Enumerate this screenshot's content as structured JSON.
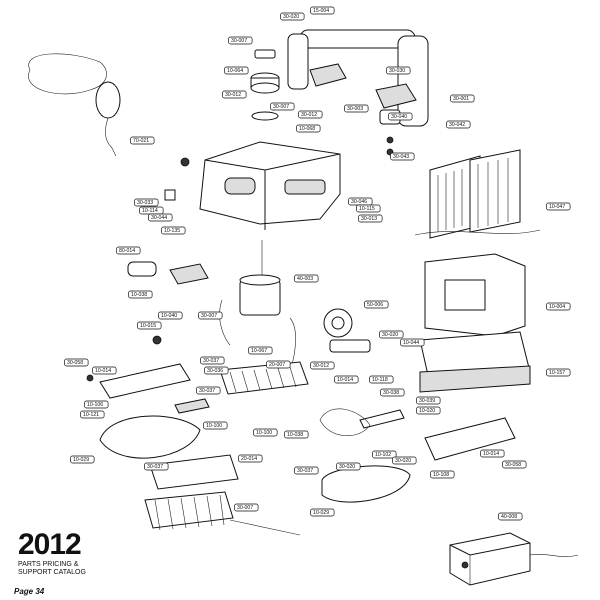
{
  "branding": {
    "year": "2012",
    "catalog_line1": "PARTS PRICING &",
    "catalog_line2": "SUPPORT CATALOG",
    "page": "Page 34"
  },
  "parts": [
    "30-020",
    "30-007",
    "15-004",
    "30-007",
    "10-064",
    "30-030",
    "30-003",
    "30-001",
    "30-012",
    "30-012",
    "10-068",
    "30-040",
    "30-042",
    "30-043",
    "70-021",
    "30-033",
    "10-114",
    "30-044",
    "30-046",
    "10-115",
    "30-013",
    "10-047",
    "10-135",
    "80-014",
    "10-038",
    "30-007",
    "40-003",
    "50-006",
    "10-067",
    "30-020",
    "10-044",
    "10-015",
    "10-040",
    "30-058",
    "10-014",
    "30-037",
    "10-106",
    "30-036",
    "20-007",
    "30-012",
    "10-014",
    "10-118",
    "30-038",
    "30-039",
    "10-020",
    "10-121",
    "10-100",
    "10-100",
    "10-038",
    "30-020",
    "10-102",
    "30-058",
    "10-014",
    "10-108",
    "10-029",
    "30-037",
    "20-014",
    "30-037",
    "10-029",
    "30-007",
    "10-157",
    "10-004",
    "40-008",
    "30-020",
    "30-037"
  ]
}
